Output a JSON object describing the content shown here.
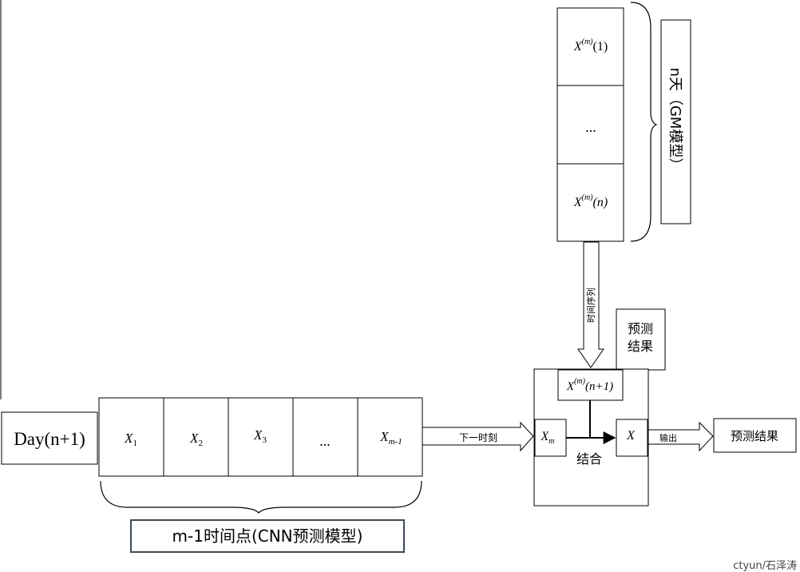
{
  "day_label": "Day(n+1)",
  "cnn_sequence": {
    "cells": [
      {
        "base": "X",
        "sub": "1"
      },
      {
        "base": "X",
        "sub": "2"
      },
      {
        "base": "X",
        "sub": "3"
      },
      {
        "base": "...",
        "sub": ""
      },
      {
        "base": "X",
        "sub": "m-1"
      }
    ],
    "bracket_label": "m-1时间点(CNN预测模型)"
  },
  "gm_sequence": {
    "cells": [
      {
        "base": "X",
        "sup": "(m)",
        "arg": "(1)"
      },
      {
        "base": "...",
        "sup": "",
        "arg": ""
      },
      {
        "base": "X",
        "sup": "(m)",
        "arg": "(n)"
      }
    ],
    "side_label": "n天（GM模型）"
  },
  "arrows": {
    "next_time": "下一时刻",
    "time_series": "时间序列",
    "output": "输出"
  },
  "combine_box": {
    "top_cell": {
      "base": "X",
      "sup": "(m)",
      "arg": "(n+1)"
    },
    "left_cell": {
      "base": "X",
      "sub": "m"
    },
    "right_cell": {
      "base": "X"
    },
    "combine_label": "结合",
    "side_note": "预测\n结果"
  },
  "result_box": "预测结果",
  "watermark": "ctyun/石泽涛"
}
